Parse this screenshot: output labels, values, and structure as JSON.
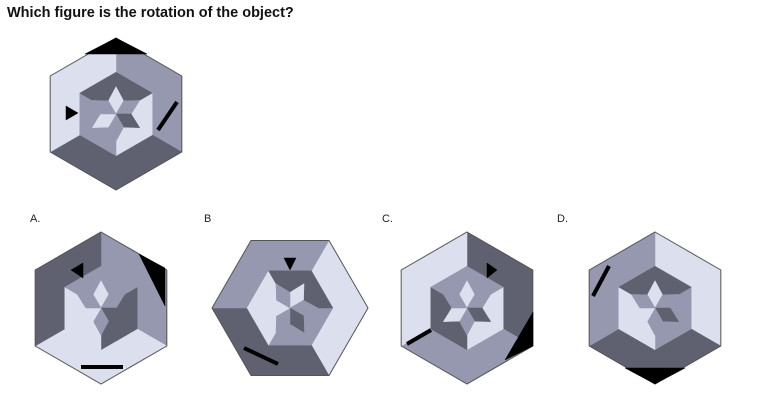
{
  "question": "Which figure is the rotation of the object?",
  "options": [
    {
      "label": "A."
    },
    {
      "label": "B"
    },
    {
      "label": "C."
    },
    {
      "label": "D."
    }
  ],
  "colors": {
    "light": "#dcdfee",
    "mid": "#9598ae",
    "dark": "#5f6170",
    "mark": "#000000",
    "edge": "#555555"
  }
}
